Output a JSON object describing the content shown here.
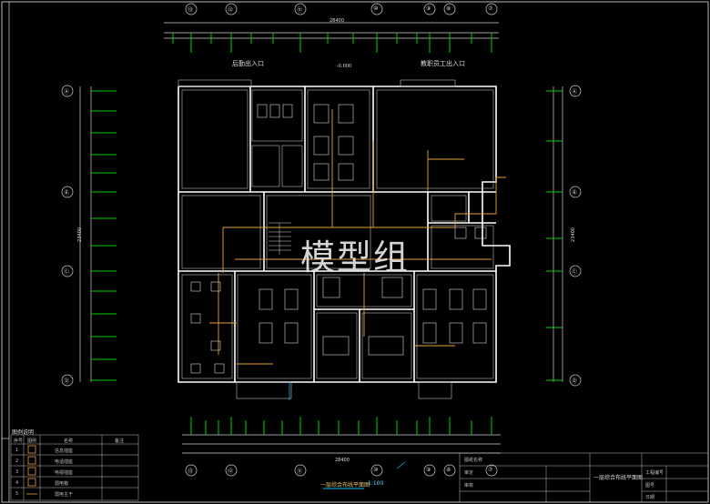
{
  "watermark": "模型组",
  "drawing_title": "一层综合布线平面图",
  "drawing_scale": "1:100",
  "entrance_left": "后勤出入口",
  "entrance_right": "教职员工出入口",
  "axis_top": [
    "⑬",
    "⑫",
    "⑪",
    "⑩",
    "⑨",
    "⑧",
    "⑦"
  ],
  "axis_bottom": [
    "⑬",
    "⑫",
    "⑪",
    "⑩",
    "⑨",
    "⑧",
    "⑦"
  ],
  "axis_left": [
    "Ⓐ",
    "Ⓑ",
    "Ⓒ",
    "Ⓓ"
  ],
  "axis_right": [
    "Ⓐ",
    "Ⓑ",
    "Ⓒ",
    "Ⓓ"
  ],
  "dim_top_total": "28400",
  "dim_bottom_total": "28400",
  "dim_left_total": "23400",
  "dim_right_total": "23400",
  "level_mark": "-0.000",
  "legend": {
    "title": "图例说明",
    "headers": [
      "序号",
      "图例",
      "名称",
      "备注"
    ],
    "rows": [
      {
        "no": "1",
        "name": "信息插座",
        "note": ""
      },
      {
        "no": "2",
        "name": "电话插座",
        "note": ""
      },
      {
        "no": "3",
        "name": "电视插座",
        "note": ""
      },
      {
        "no": "4",
        "name": "弱电箱",
        "note": ""
      },
      {
        "no": "5",
        "name": "弱电主干",
        "note": ""
      }
    ]
  },
  "title_block": {
    "drawing_name": "一层综合布线平面图",
    "left_rows": [
      "图纸名称",
      "审定",
      "审核"
    ],
    "right_rows": [
      "工程编号",
      "图号",
      "日期"
    ]
  },
  "colors": {
    "background": "#000000",
    "wall": "#ffffff",
    "axis": "#cfcfcf",
    "dimension_tick": "#00d000",
    "wiring": "#e9a13a",
    "room_text": "#e6e6e6"
  }
}
